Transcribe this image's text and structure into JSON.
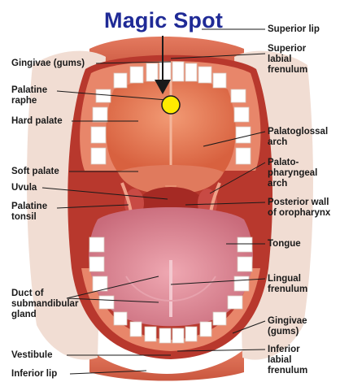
{
  "title": "Magic Spot",
  "colors": {
    "title": "#1f2a96",
    "spot_fill": "#ffeb00",
    "spot_stroke": "#1a1a1a",
    "lip": "#d9614a",
    "palate": "#e8805f",
    "tongue": "#e48a99",
    "teeth": "#ffffff"
  },
  "labels_left": [
    {
      "id": "gingivae-gums-upper",
      "lines": [
        "Gingivae (gums)"
      ]
    },
    {
      "id": "palatine-raphe",
      "lines": [
        "Palatine",
        "raphe"
      ]
    },
    {
      "id": "hard-palate",
      "lines": [
        "Hard palate"
      ]
    },
    {
      "id": "soft-palate",
      "lines": [
        "Soft palate"
      ]
    },
    {
      "id": "uvula",
      "lines": [
        "Uvula"
      ]
    },
    {
      "id": "palatine-tonsil",
      "lines": [
        "Palatine",
        "tonsil"
      ]
    },
    {
      "id": "duct-submandibular",
      "lines": [
        "Duct of",
        "submandibular",
        "gland"
      ]
    },
    {
      "id": "vestibule",
      "lines": [
        "Vestibule"
      ]
    },
    {
      "id": "inferior-lip",
      "lines": [
        "Inferior lip"
      ]
    }
  ],
  "labels_right": [
    {
      "id": "superior-lip",
      "lines": [
        "Superior lip"
      ]
    },
    {
      "id": "superior-labial-frenulum",
      "lines": [
        "Superior",
        "labial",
        "frenulum"
      ]
    },
    {
      "id": "palatoglossal-arch",
      "lines": [
        "Palatoglossal",
        "arch"
      ]
    },
    {
      "id": "palatopharyngeal-arch",
      "lines": [
        "Palato-",
        "pharyngeal",
        "arch"
      ]
    },
    {
      "id": "posterior-wall",
      "lines": [
        "Posterior wall",
        "of oropharynx"
      ]
    },
    {
      "id": "tongue",
      "lines": [
        "Tongue"
      ]
    },
    {
      "id": "lingual-frenulum",
      "lines": [
        "Lingual",
        "frenulum"
      ]
    },
    {
      "id": "gingivae-gums-lower",
      "lines": [
        "Gingivae",
        "(gums)"
      ]
    },
    {
      "id": "inferior-labial-frenulum",
      "lines": [
        "Inferior",
        "labial",
        "frenulum"
      ]
    }
  ]
}
